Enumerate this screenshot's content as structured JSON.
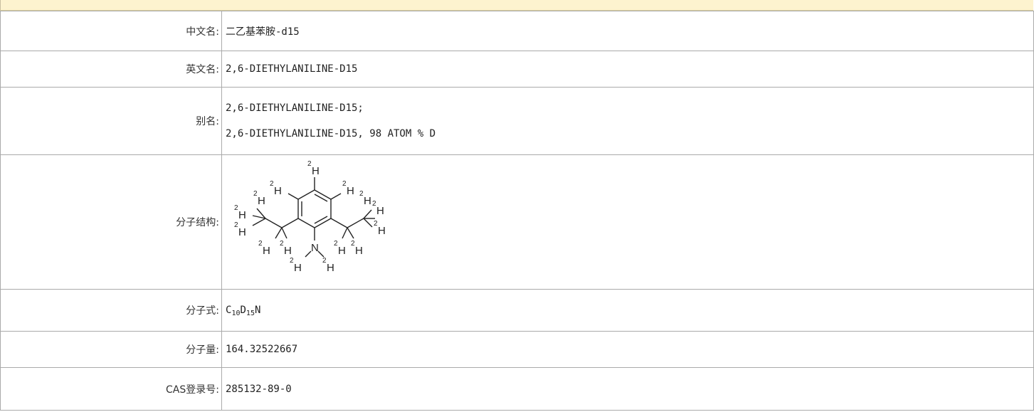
{
  "rows": {
    "chinese_name": {
      "label": "中文名:",
      "value": "二乙基苯胺-d15"
    },
    "english_name": {
      "label": "英文名:",
      "value": "2,6-DIETHYLANILINE-D15"
    },
    "alias": {
      "label": "别名:",
      "values": [
        "2,6-DIETHYLANILINE-D15;",
        "2,6-DIETHYLANILINE-D15, 98 ATOM % D"
      ]
    },
    "structure": {
      "label": "分子结构:",
      "atom_label": "H",
      "isotope": "2",
      "nitrogen": "N"
    },
    "formula": {
      "label": "分子式:",
      "parts": [
        {
          "el": "C",
          "n": "10"
        },
        {
          "el": "D",
          "n": "15"
        },
        {
          "el": "N",
          "n": ""
        }
      ]
    },
    "mass": {
      "label": "分子量:",
      "value": "164.32522667"
    },
    "cas": {
      "label": "CAS登录号:",
      "value": "285132-89-0"
    }
  }
}
